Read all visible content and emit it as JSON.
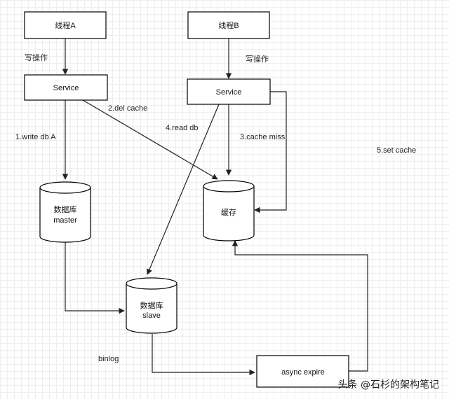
{
  "nodes": {
    "thread_a": "线程A",
    "thread_b": "线程B",
    "service_a": "Service",
    "service_b": "Service",
    "db_master_line1": "数据库",
    "db_master_line2": "master",
    "cache": "缓存",
    "db_slave_line1": "数据库",
    "db_slave_line2": "slave",
    "async_expire": "async expire"
  },
  "edge_labels": {
    "write_op_a": "写操作",
    "write_op_b": "写操作",
    "del_cache": "2.del cache",
    "write_db": "1.write db A",
    "read_db": "4.read db",
    "cache_miss": "3.cache miss",
    "set_cache": "5.set cache",
    "binlog": "binlog"
  },
  "watermark": "头条 @石杉的架构笔记",
  "colors": {
    "stroke": "#000000",
    "text": "#222222",
    "grid": "#eeeeee"
  }
}
